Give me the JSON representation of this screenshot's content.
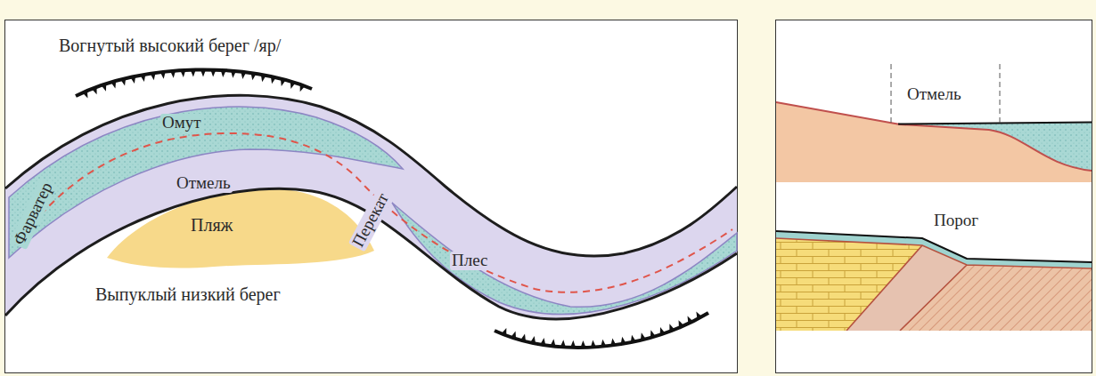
{
  "diagram": {
    "labels": [
      "Вогнутый высокий берег /яр/",
      "Омут",
      "Фарватер",
      "Отмель",
      "Пляж",
      "Перекат",
      "Плес",
      "Выпуклый низкий берег",
      "Отмель",
      "Порог"
    ]
  }
}
